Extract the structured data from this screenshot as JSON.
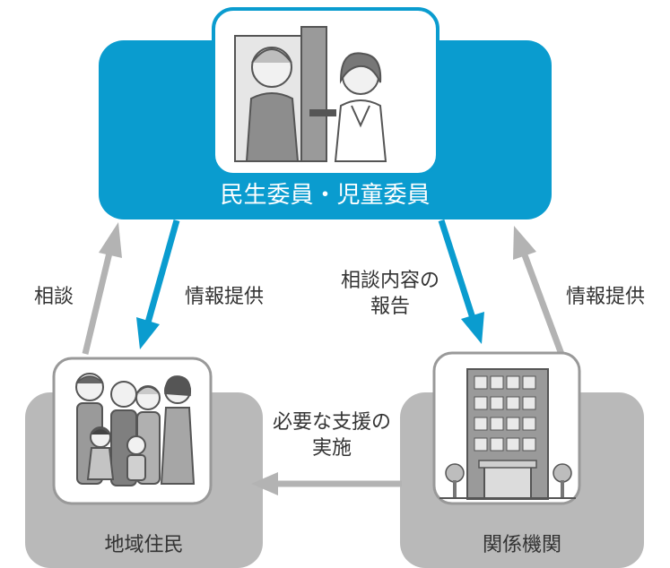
{
  "colors": {
    "blue": "#0a9ccf",
    "gray_box": "#b9b9b9",
    "arrow_gray": "#b3b3b3",
    "white": "#ffffff",
    "text": "#333333"
  },
  "nodes": {
    "committee": {
      "title": "民生委員・児童委員",
      "icon": "door-visit-illustration"
    },
    "residents": {
      "title": "地域住民",
      "icon": "family-illustration"
    },
    "agencies": {
      "title": "関係機関",
      "icon": "office-building-illustration"
    }
  },
  "edges": {
    "residents_to_committee": {
      "label": "相談"
    },
    "committee_to_residents": {
      "label": "情報提供"
    },
    "committee_to_agencies": {
      "line1": "相談内容の",
      "line2": "報告"
    },
    "agencies_to_committee": {
      "label": "情報提供"
    },
    "agencies_to_residents": {
      "line1": "必要な支援の",
      "line2": "実施"
    }
  }
}
